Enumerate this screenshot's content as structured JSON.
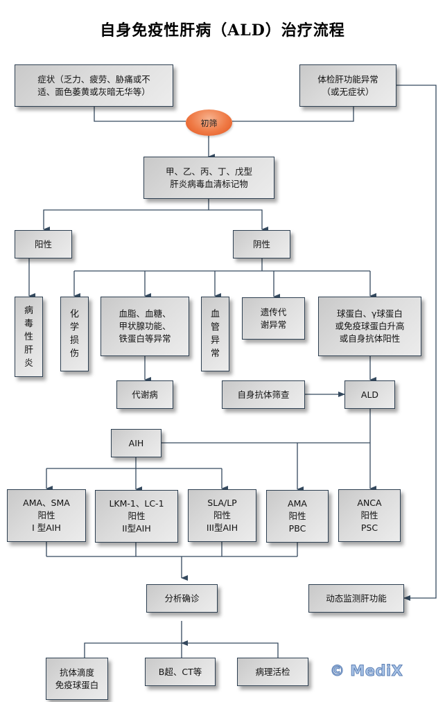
{
  "title": "自身免疫性肝病（ALD）治疗流程",
  "nodes": {
    "symptoms": "症状（乏力、疲劳、胁痛或不\n适、面色萎黄或灰暗无华等）",
    "checkup": "体检肝功能异常\n（或无症状）",
    "screening": "初筛",
    "hepatitis_markers": "甲、乙、丙、丁、戊型\n肝炎病毒血清标记物",
    "positive": "阳性",
    "negative": "阴性",
    "viral_hepatitis": "病\n毒\n性\n肝\n炎",
    "chemical_injury": "化\n学\n损\n伤",
    "metabolic_abnormal": "血脂、血糖、\n甲状腺功能、\n铁蛋白等异常",
    "vascular_abnormal": "血\n管\n异\n常",
    "genetic_metabolic": "遗传代\n谢异常",
    "globulin_elevated": "球蛋白、γ球蛋白\n或免疫球蛋白升高\n或自身抗体阳性",
    "metabolic_disease": "代谢病",
    "autoantibody_screening": "自身抗体筛查",
    "ald": "ALD",
    "aih": "AIH",
    "aih_type1": "AMA、SMA\n阳性\nI 型AIH",
    "aih_type2": "LKM-1、LC-1\n阳性\nII型AIH",
    "aih_type3": "SLA/LP\n阳性\nIII型AIH",
    "pbc": "AMA\n阳性\nPBC",
    "psc": "ANCA\n阳性\nPSC",
    "diagnosis": "分析确诊",
    "monitor_liver": "动态监测肝功能",
    "antibody_titer": "抗体滴度\n免疫球蛋白",
    "ultrasound_ct": "B超、CT等",
    "biopsy": "病理活检"
  },
  "watermark": "© MediX",
  "colors": {
    "line": "#34495e",
    "box_border": "#2c3e50",
    "oval": "#ef7a45",
    "watermark": "#a9c3e6"
  }
}
